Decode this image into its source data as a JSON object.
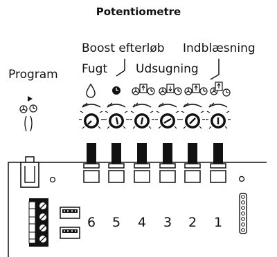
{
  "title": "Potentiometre",
  "labels": {
    "boost": "Boost efterløb",
    "indblaesning": "Indblæsning",
    "fugt": "Fugt",
    "udsugning": "Udsugning",
    "program": "Program"
  },
  "potentiometers": [
    {
      "number": "6",
      "icon": "humidity-drop-icon"
    },
    {
      "number": "5",
      "icon": "clock-icon"
    },
    {
      "number": "4",
      "icon": "fan-supply-clock-icon"
    },
    {
      "number": "3",
      "icon": "fan-exhaust-clock-icon"
    },
    {
      "number": "2",
      "icon": "fan-supply-clock-icon"
    },
    {
      "number": "1",
      "icon": "fan-supply-clock-icon"
    }
  ]
}
